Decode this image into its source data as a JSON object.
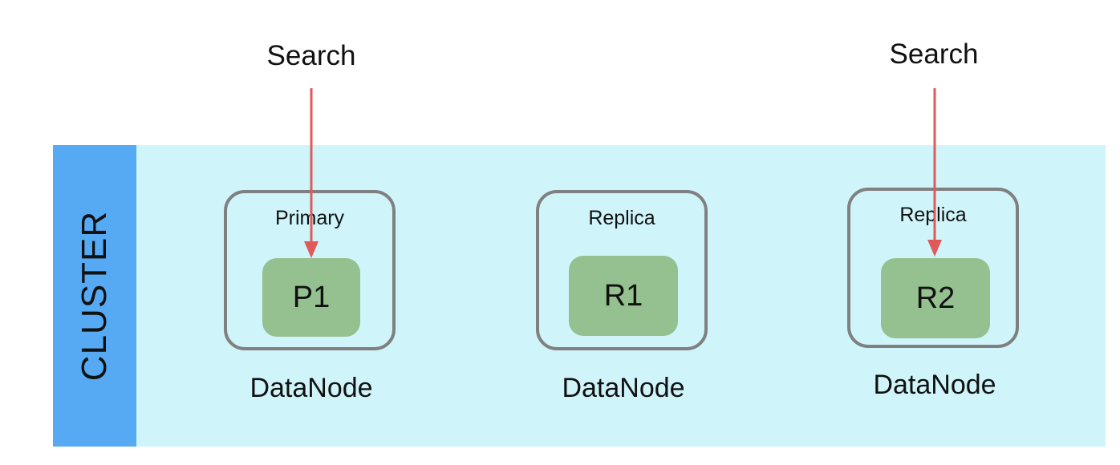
{
  "search_labels": [
    "Search",
    "Search"
  ],
  "cluster": {
    "label": "CLUSTER",
    "band_color": "#cff5fb",
    "bar_color": "#56aaf4"
  },
  "nodes": [
    {
      "role": "Primary",
      "shard": "P1",
      "caption": "DataNode"
    },
    {
      "role": "Replica",
      "shard": "R1",
      "caption": "DataNode"
    },
    {
      "role": "Replica",
      "shard": "R2",
      "caption": "DataNode"
    }
  ],
  "colors": {
    "shard_fill": "#95c08f",
    "node_border": "#808080",
    "arrow": "#e05a5a"
  }
}
